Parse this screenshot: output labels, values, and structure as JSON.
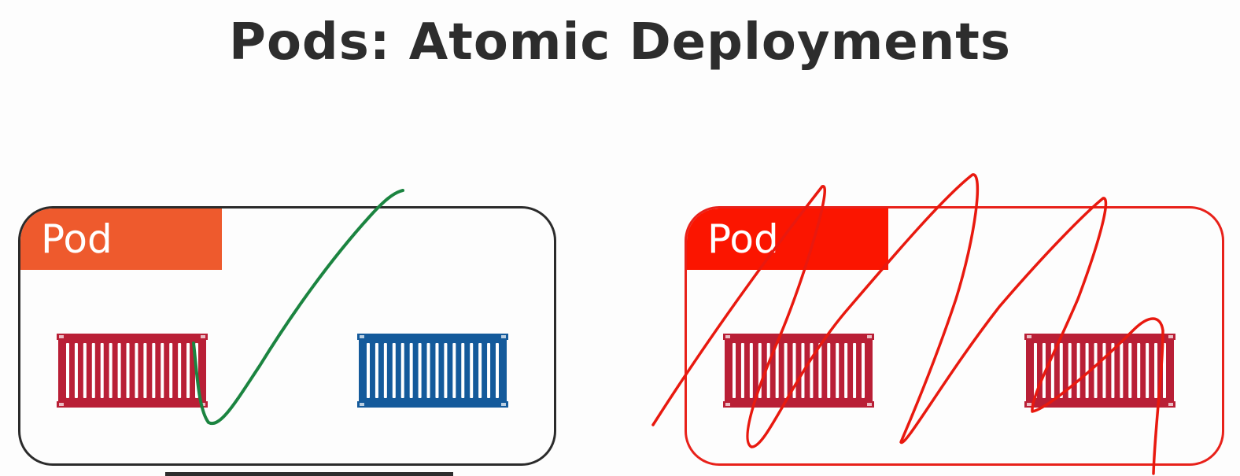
{
  "slide": {
    "title": "Pods: Atomic Deployments"
  },
  "pods": [
    {
      "label": "Pod",
      "label_color": "#ee5a2d",
      "border_color": "#2b2b2b",
      "containers": [
        {
          "color": "#b91f36"
        },
        {
          "color": "#145a9b"
        }
      ],
      "annotation": {
        "type": "checkmark",
        "color": "#1b8440"
      }
    },
    {
      "label": "Pod",
      "label_color": "#fb1500",
      "border_color": "#e8211a",
      "containers": [
        {
          "color": "#b91f36"
        },
        {
          "color": "#b91f36"
        }
      ],
      "annotation": {
        "type": "scribble-out",
        "color": "#e8190f"
      }
    }
  ]
}
